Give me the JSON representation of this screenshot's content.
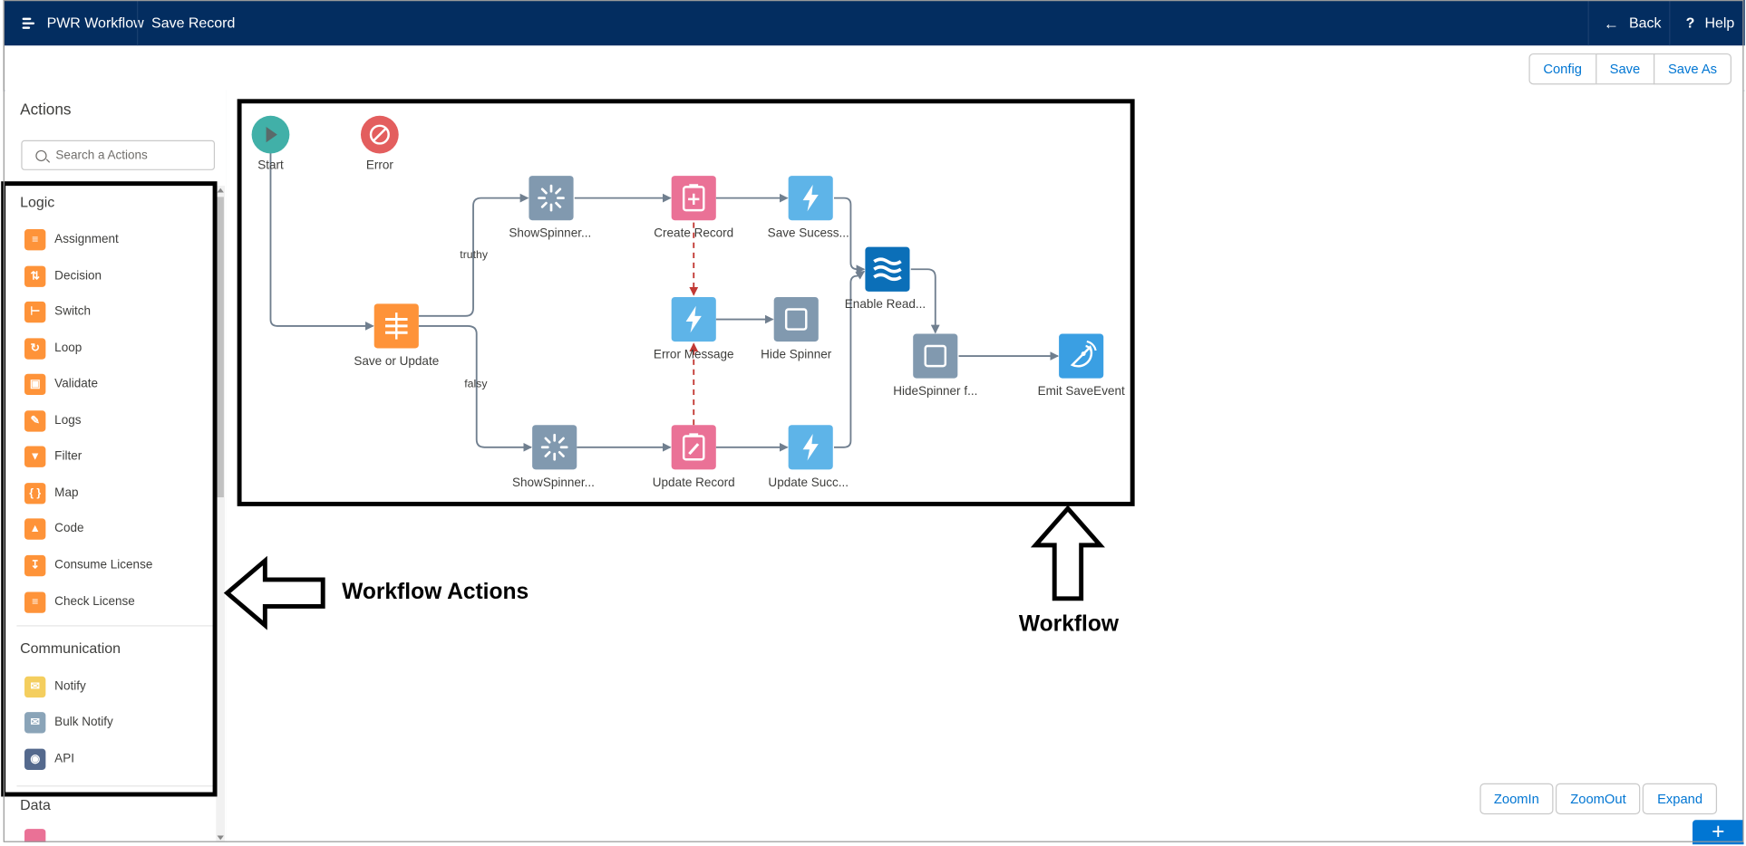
{
  "header": {
    "app_name": "PWR Workflow",
    "page_name": "Save Record",
    "back_label": "Back",
    "help_label": "Help"
  },
  "toolbar": {
    "config_label": "Config",
    "save_label": "Save",
    "save_as_label": "Save As"
  },
  "sidebar": {
    "title": "Actions",
    "search_placeholder": "Search a Actions",
    "groups": [
      {
        "label": "Logic",
        "items": [
          {
            "label": "Assignment",
            "icon": "assignment-icon"
          },
          {
            "label": "Decision",
            "icon": "decision-icon"
          },
          {
            "label": "Switch",
            "icon": "switch-icon"
          },
          {
            "label": "Loop",
            "icon": "loop-icon"
          },
          {
            "label": "Validate",
            "icon": "validate-icon"
          },
          {
            "label": "Logs",
            "icon": "logs-icon"
          },
          {
            "label": "Filter",
            "icon": "filter-icon"
          },
          {
            "label": "Map",
            "icon": "map-icon"
          },
          {
            "label": "Code",
            "icon": "code-icon"
          },
          {
            "label": "Consume License",
            "icon": "download-icon"
          },
          {
            "label": "Check License",
            "icon": "license-icon"
          }
        ]
      },
      {
        "label": "Communication",
        "items": [
          {
            "label": "Notify",
            "icon": "email-icon"
          },
          {
            "label": "Bulk Notify",
            "icon": "bulk-email-icon"
          },
          {
            "label": "API",
            "icon": "api-icon"
          }
        ]
      },
      {
        "label": "Data",
        "items": []
      }
    ]
  },
  "workflow": {
    "nodes": {
      "start": "Start",
      "error": "Error",
      "save_or_update": "Save or Update",
      "show_spinner_top": "ShowSpinner...",
      "create_record": "Create Record",
      "save_success": "Save Sucess...",
      "enable_read": "Enable Read...",
      "error_message": "Error Message",
      "hide_spinner": "Hide Spinner",
      "hide_spinner_f": "HideSpinner f...",
      "emit_save_event": "Emit SaveEvent",
      "show_spinner_bottom": "ShowSpinner...",
      "update_record": "Update Record",
      "update_success": "Update Succ..."
    },
    "edges": {
      "truthy": "truthy",
      "falsy": "falsy"
    }
  },
  "annotations": {
    "workflow_actions": "Workflow Actions",
    "workflow": "Workflow"
  },
  "zoom": {
    "zoom_in": "ZoomIn",
    "zoom_out": "ZoomOut",
    "expand": "Expand"
  },
  "fab_label": "+",
  "colors": {
    "header_bg": "#032d60",
    "link_blue": "#0176d3",
    "logic_orange": "#fe9339",
    "spinner_gray": "#8199af",
    "record_pink": "#ea7196",
    "bolt_blue": "#5eb4e8",
    "start_teal": "#41b0a8",
    "error_red": "#e35e5e"
  }
}
